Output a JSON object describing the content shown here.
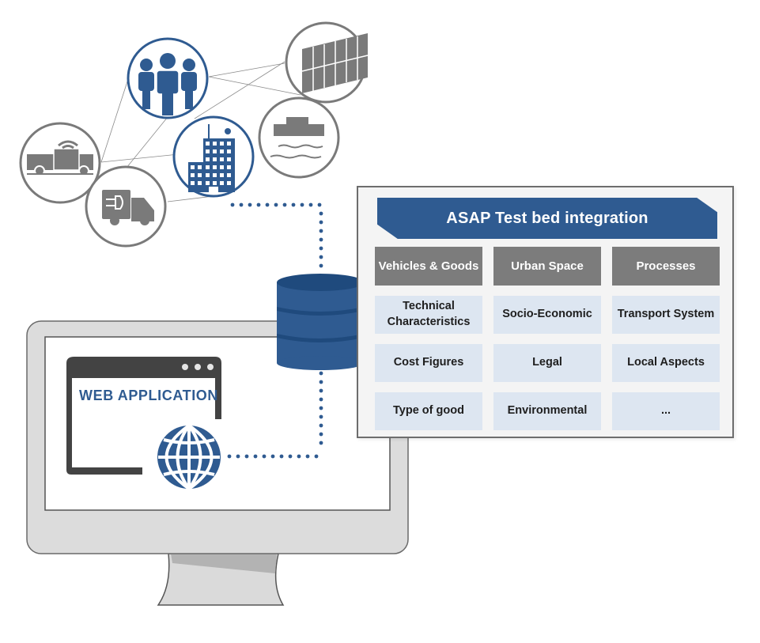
{
  "diagram": {
    "colors": {
      "brand_blue": "#2f5b91",
      "dark_blue": "#1f4a7d",
      "icon_gray": "#7a7a7a",
      "header_gray": "#7c7c7c",
      "cell_blue": "#dde6f1",
      "monitor_gray": "#d9d9d9"
    },
    "network_nodes": [
      {
        "name": "people",
        "icon": "people-group-icon",
        "style": "blue"
      },
      {
        "name": "city-building",
        "icon": "office-building-icon",
        "style": "blue"
      },
      {
        "name": "connected-truck",
        "icon": "connected-truck-icon",
        "style": "gray"
      },
      {
        "name": "electric-truck",
        "icon": "electric-truck-icon",
        "style": "gray"
      },
      {
        "name": "containers",
        "icon": "shipping-container-icon",
        "style": "gray"
      },
      {
        "name": "ship",
        "icon": "ship-icon",
        "style": "gray"
      }
    ],
    "database": {
      "icon": "database-icon"
    },
    "web_app": {
      "label": "WEB  APPLICATION",
      "icon": "globe-icon",
      "window_icon": "browser-window-icon",
      "device_icon": "desktop-monitor-icon"
    },
    "test_bed": {
      "title": "ASAP Test bed integration",
      "columns": [
        {
          "header": "Vehicles & Goods",
          "items": [
            "Technical\nCharacteristics",
            "Cost Figures",
            "Type of good"
          ]
        },
        {
          "header": "Urban Space",
          "items": [
            "Socio-Economic",
            "Legal",
            "Environmental"
          ]
        },
        {
          "header": "Processes",
          "items": [
            "Transport System",
            "Local Aspects",
            "..."
          ]
        }
      ]
    }
  }
}
